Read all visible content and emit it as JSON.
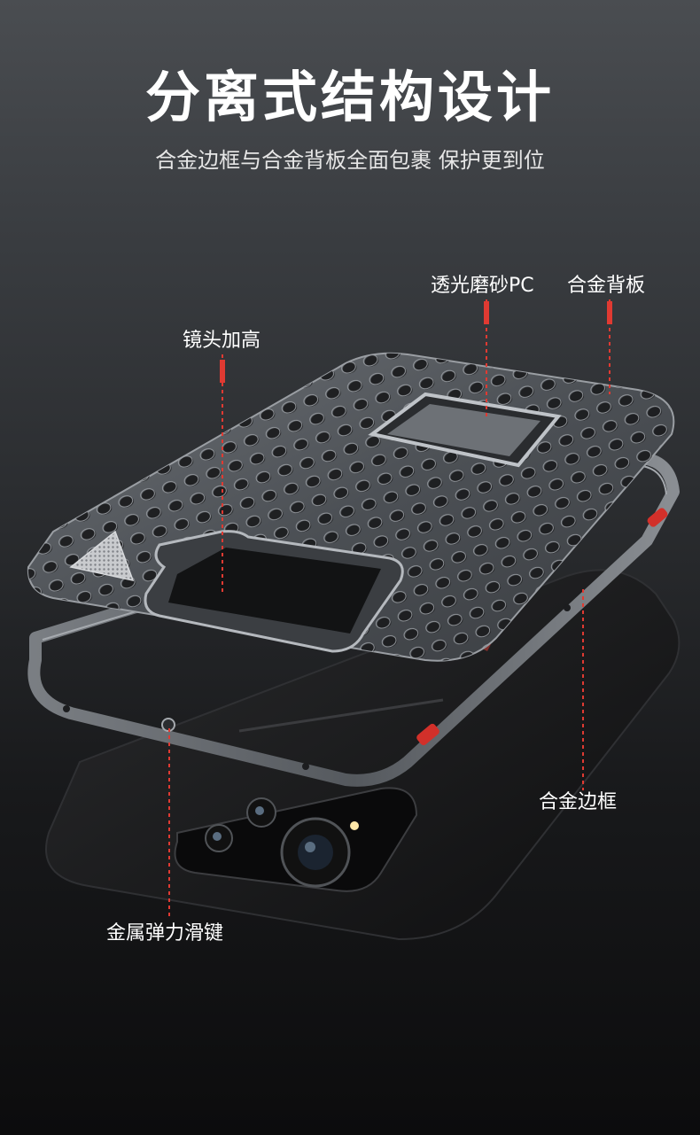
{
  "header": {
    "title": "分离式结构设计",
    "subtitle": "合金边框与合金背板全面包裹 保护更到位"
  },
  "callouts": {
    "lens_raise": "镜头加高",
    "frosted_pc": "透光磨砂PC",
    "alloy_back": "合金背板",
    "alloy_frame": "合金边框",
    "metal_key": "金属弹力滑键"
  },
  "colors": {
    "accent_red": "#d2302a",
    "frame_metal": "#5a5e63",
    "phone_body": "#161718"
  }
}
